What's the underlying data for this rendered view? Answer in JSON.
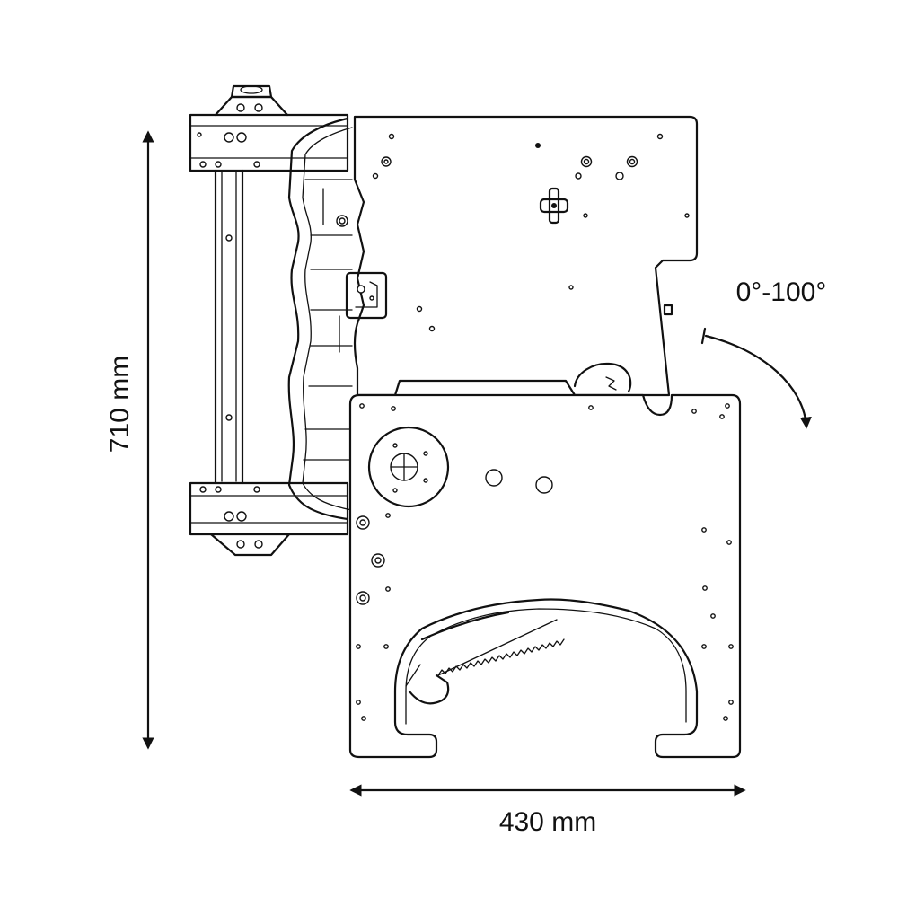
{
  "dimensions": {
    "height_label": "710 mm",
    "width_label": "430 mm",
    "angle_label": "0°-100°"
  },
  "colors": {
    "line": "#111111",
    "background": "#ffffff"
  }
}
